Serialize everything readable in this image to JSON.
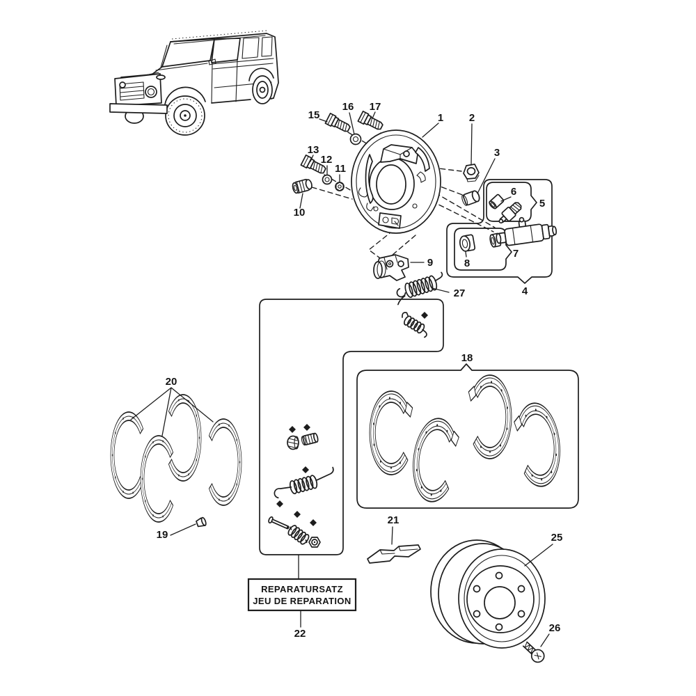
{
  "colors": {
    "ink": "#1d1d1d",
    "background": "#ffffff"
  },
  "kit_label": {
    "line1": "REPARATURSATZ",
    "line2": "JEU DE REPARATION"
  },
  "callouts": {
    "n1": "1",
    "n2": "2",
    "n3": "3",
    "n4": "4",
    "n5": "5",
    "n6": "6",
    "n7": "7",
    "n8": "8",
    "n9": "9",
    "n10": "10",
    "n11": "11",
    "n12": "12",
    "n13": "13",
    "n15": "15",
    "n16": "16",
    "n17": "17",
    "n18": "18",
    "n19": "19",
    "n20": "20",
    "n21": "21",
    "n22": "22",
    "n25": "25",
    "n26": "26",
    "n27": "27"
  }
}
